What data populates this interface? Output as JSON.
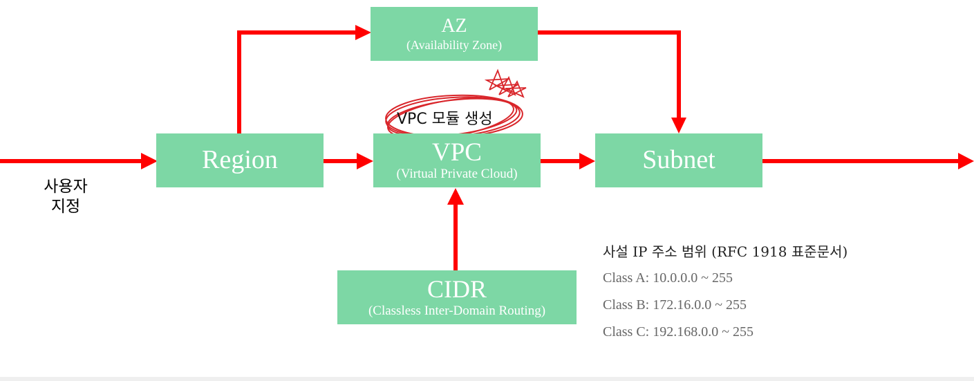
{
  "colors": {
    "box_fill": "#7dd7a5",
    "arrow": "#ff0000",
    "box_text": "#ffffff",
    "circle_scribble": "#d9262b"
  },
  "nodes": {
    "az": {
      "main": "AZ",
      "sub": "(Availability Zone)"
    },
    "region": {
      "main": "Region"
    },
    "vpc": {
      "main": "VPC",
      "sub": "(Virtual Private Cloud)"
    },
    "subnet": {
      "main": "Subnet"
    },
    "cidr": {
      "main": "CIDR",
      "sub": "(Classless Inter-Domain Routing)"
    }
  },
  "input_label": {
    "line1": "사용자",
    "line2": "지정"
  },
  "annotation": {
    "text": "VPC 모듈 생성"
  },
  "private_ip": {
    "title": "사설 IP 주소 범위 (RFC 1918 표준문서)",
    "classes": [
      {
        "text": "Class A: 10.0.0.0 ~ 255"
      },
      {
        "text": "Class B: 172.16.0.0 ~ 255"
      },
      {
        "text": "Class C: 192.168.0.0 ~ 255"
      }
    ]
  }
}
